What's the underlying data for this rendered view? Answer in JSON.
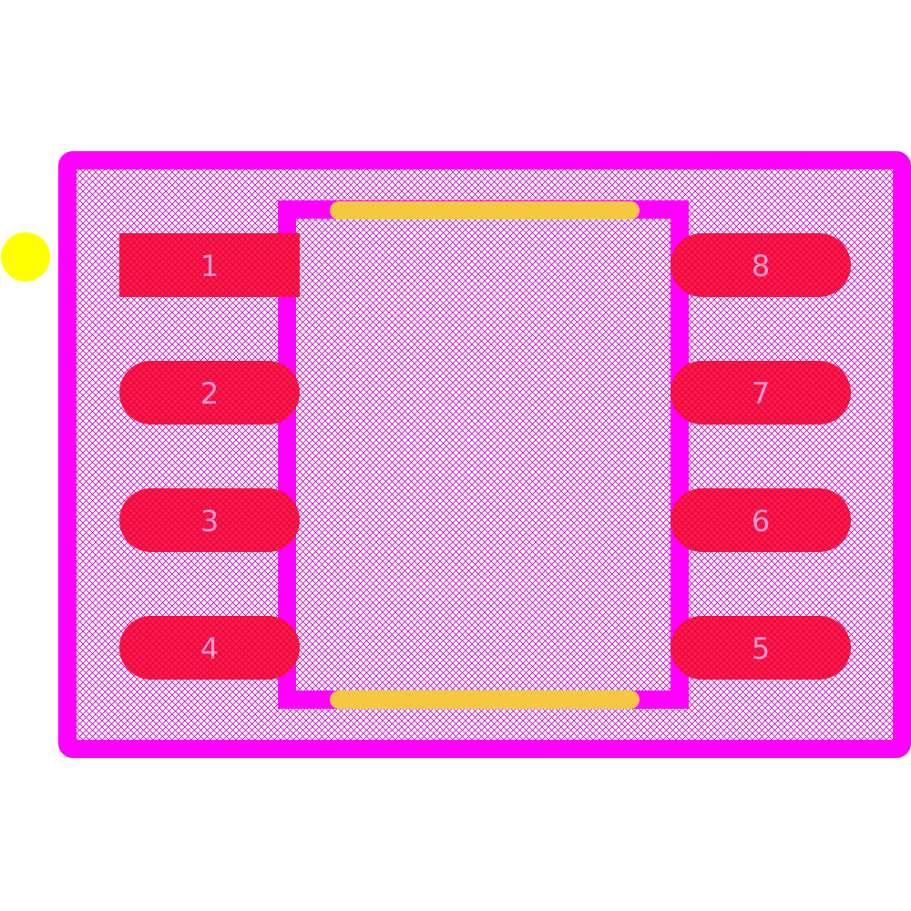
{
  "colors": {
    "background": "#ffffff",
    "courtyard_outline": "#ff00ff",
    "courtyard_hatch": "#cc00cc",
    "pad_fill": "#ff1a4a",
    "pad_label": "#ff9ad0",
    "silkscreen": "#f5c842",
    "pin1_marker": "#ffff00"
  },
  "pads": [
    {
      "number": "1",
      "shape": "rect"
    },
    {
      "number": "2",
      "shape": "oblong"
    },
    {
      "number": "3",
      "shape": "oblong"
    },
    {
      "number": "4",
      "shape": "oblong"
    },
    {
      "number": "5",
      "shape": "oblong"
    },
    {
      "number": "6",
      "shape": "oblong"
    },
    {
      "number": "7",
      "shape": "oblong"
    },
    {
      "number": "8",
      "shape": "oblong"
    }
  ]
}
